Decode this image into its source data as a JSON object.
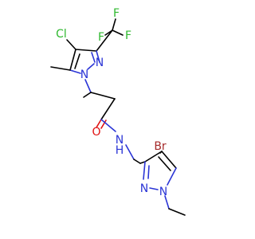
{
  "molecule": {
    "atoms": {
      "F_top": {
        "text": "F",
        "color": "#2eb82e"
      },
      "F_left": {
        "text": "F",
        "color": "#2eb82e"
      },
      "F_right": {
        "text": "F",
        "color": "#2eb82e"
      },
      "Cl": {
        "text": "Cl",
        "color": "#2eb82e"
      },
      "N_ring1_a": {
        "text": "N",
        "color": "#2b35d6"
      },
      "N_ring1_b": {
        "text": "N",
        "color": "#2b35d6"
      },
      "O": {
        "text": "O",
        "color": "#e01010"
      },
      "NH_N": {
        "text": "N",
        "color": "#2b35d6"
      },
      "NH_H": {
        "text": "H",
        "color": "#2b35d6"
      },
      "Br": {
        "text": "Br",
        "color": "#a52a2a"
      },
      "N_ring2_a": {
        "text": "N",
        "color": "#2b35d6"
      },
      "N_ring2_b": {
        "text": "N",
        "color": "#2b35d6"
      }
    }
  }
}
